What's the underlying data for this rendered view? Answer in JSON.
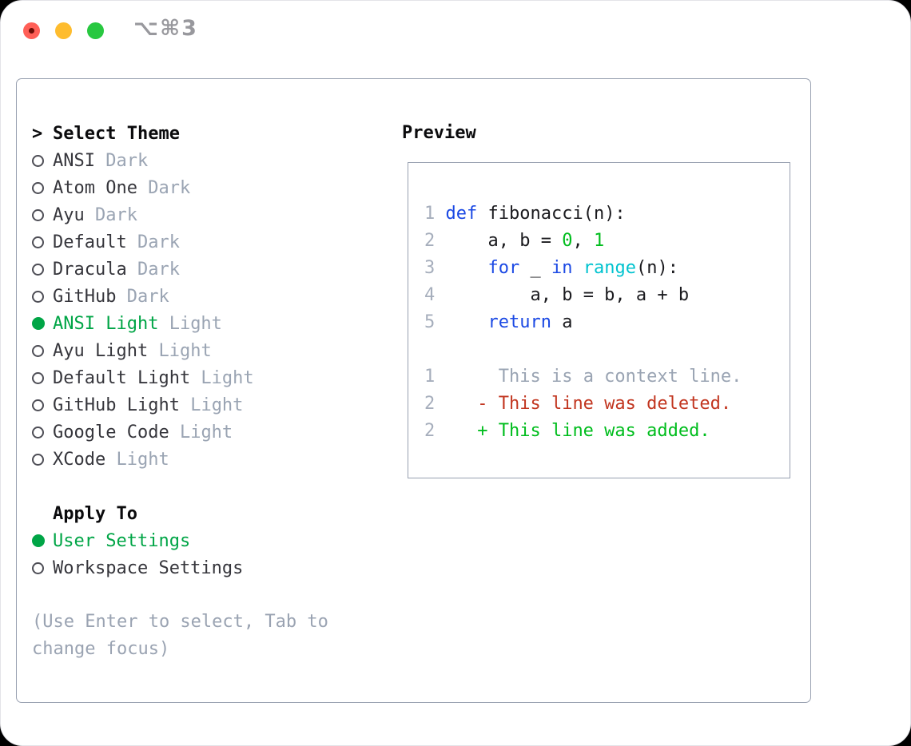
{
  "colors": {
    "accent-green": "#00a546",
    "code-green": "#00bd1d",
    "code-red": "#c23620",
    "code-blue": "#1b49e4",
    "code-cyan": "#00c3cf",
    "code-text": "#1a1a1e",
    "name-dark": "#36363c",
    "header-black": "#0b0b0d",
    "muted": "#9aa4b3",
    "hint": "#9aa3b2",
    "line-number": "#a6aebc",
    "border-gray": "#98a0b0",
    "title-gray": "#98989d",
    "light-red": "#ff5f57",
    "light-yellow": "#febc2e",
    "light-green": "#28c840"
  },
  "titlebar": {
    "title": "⌥⌘3"
  },
  "theme_picker": {
    "prompt": ">",
    "header": "Select Theme",
    "items": [
      {
        "name": "ANSI",
        "variant": "Dark",
        "selected": false
      },
      {
        "name": "Atom One",
        "variant": "Dark",
        "selected": false
      },
      {
        "name": "Ayu",
        "variant": "Dark",
        "selected": false
      },
      {
        "name": "Default",
        "variant": "Dark",
        "selected": false
      },
      {
        "name": "Dracula",
        "variant": "Dark",
        "selected": false
      },
      {
        "name": "GitHub",
        "variant": "Dark",
        "selected": false
      },
      {
        "name": "ANSI Light",
        "variant": "Light",
        "selected": true
      },
      {
        "name": "Ayu Light",
        "variant": "Light",
        "selected": false
      },
      {
        "name": "Default Light",
        "variant": "Light",
        "selected": false
      },
      {
        "name": "GitHub Light",
        "variant": "Light",
        "selected": false
      },
      {
        "name": "Google Code",
        "variant": "Light",
        "selected": false
      },
      {
        "name": "XCode",
        "variant": "Light",
        "selected": false
      }
    ],
    "apply_to": {
      "header": "Apply To",
      "options": [
        {
          "label": "User Settings",
          "selected": true
        },
        {
          "label": "Workspace Settings",
          "selected": false
        }
      ]
    },
    "hint_lines": [
      "(Use Enter to select, Tab to",
      "change focus)"
    ]
  },
  "preview": {
    "header": "Preview",
    "lines": [
      {
        "num": "1",
        "tokens": [
          [
            " ",
            "t"
          ],
          [
            "def",
            "k"
          ],
          [
            " fibonacci(n):",
            "t"
          ]
        ]
      },
      {
        "num": "2",
        "tokens": [
          [
            "     ",
            "t"
          ],
          [
            "a, b = ",
            "t"
          ],
          [
            "0",
            "g"
          ],
          [
            ", ",
            "t"
          ],
          [
            "1",
            "g"
          ]
        ]
      },
      {
        "num": "3",
        "tokens": [
          [
            "     ",
            "t"
          ],
          [
            "for",
            "k"
          ],
          [
            " _ ",
            "t"
          ],
          [
            "in",
            "k"
          ],
          [
            " ",
            "t"
          ],
          [
            "range",
            "f"
          ],
          [
            "(n):",
            "t"
          ]
        ]
      },
      {
        "num": "4",
        "tokens": [
          [
            "         ",
            "t"
          ],
          [
            "a, b = b, a + b",
            "t"
          ]
        ]
      },
      {
        "num": "5",
        "tokens": [
          [
            "     ",
            "t"
          ],
          [
            "return",
            "k"
          ],
          [
            " a",
            "t"
          ]
        ]
      },
      {
        "num": "",
        "tokens": []
      },
      {
        "num": "1",
        "tokens": [
          [
            "      ",
            "t"
          ],
          [
            "This is a context line.",
            "c"
          ]
        ]
      },
      {
        "num": "2",
        "tokens": [
          [
            "    ",
            "t"
          ],
          [
            "- This line was deleted.",
            "d"
          ]
        ]
      },
      {
        "num": "2",
        "tokens": [
          [
            "    ",
            "t"
          ],
          [
            "+ This line was added.",
            "a"
          ]
        ]
      }
    ]
  }
}
